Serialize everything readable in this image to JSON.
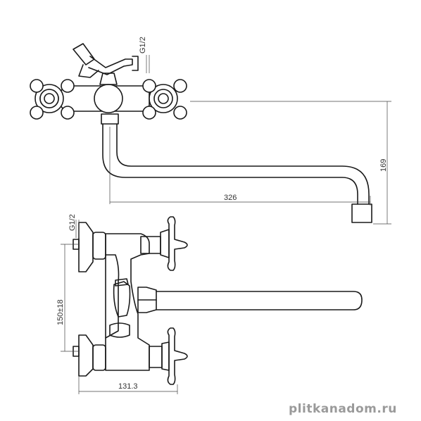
{
  "dimensions": {
    "thread_top": "G1/2",
    "height_169": "169",
    "length_326": "326",
    "thread_side": "G1/2",
    "centers": "150±18",
    "depth": "131.3"
  },
  "watermark": "plitkanadom.ru"
}
